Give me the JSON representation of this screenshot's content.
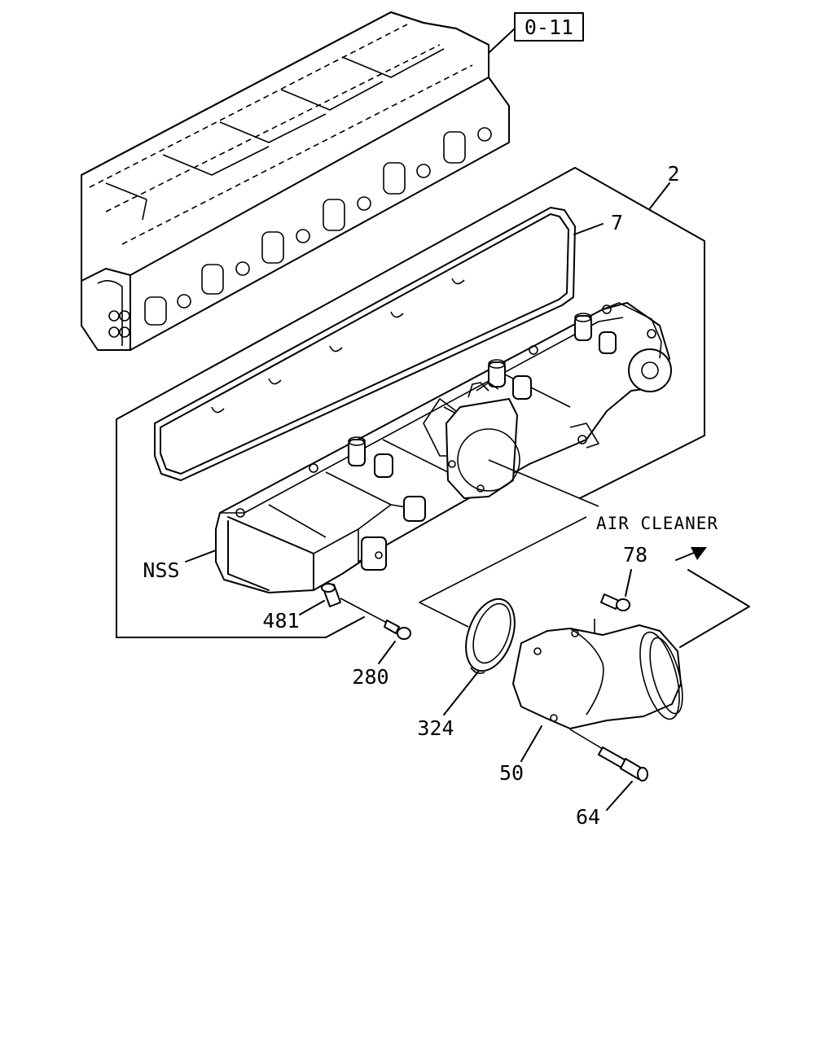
{
  "diagram": {
    "ref_box": "0-11",
    "callouts": {
      "assembly": "2",
      "gasket": "7",
      "nss": "NSS",
      "plug": "481",
      "bolt": "280",
      "seal_ring": "324",
      "elbow": "50",
      "stud": "64",
      "screw": "78"
    },
    "direction_label": "AIR CLEANER"
  }
}
